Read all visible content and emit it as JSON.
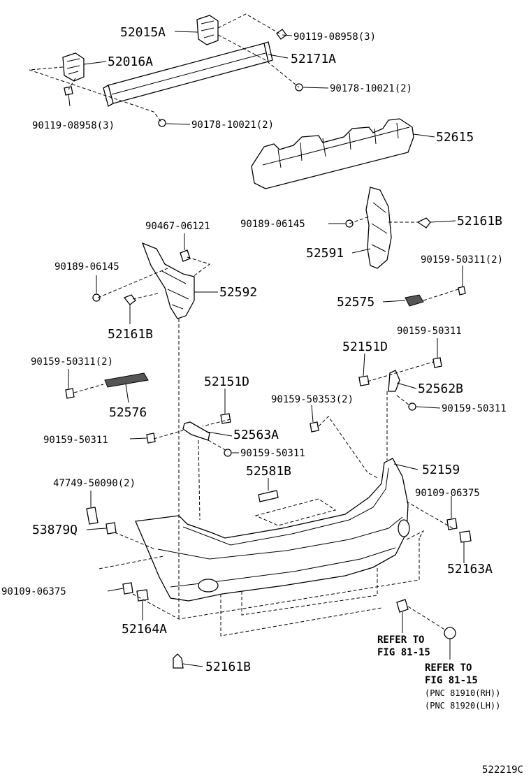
{
  "callouts": {
    "c52015A": "52015A",
    "c52016A": "52016A",
    "c52171A": "52171A",
    "c90119_08958_top": "90119-08958(3)",
    "c90178_10021_right": "90178-10021(2)",
    "c90119_08958_left": "90119-08958(3)",
    "c90178_10021_left": "90178-10021(2)",
    "c52615": "52615",
    "c90189_06145_right": "90189-06145",
    "c52161B_right": "52161B",
    "c52591": "52591",
    "c90467_06121": "90467-06121",
    "c90189_06145_left": "90189-06145",
    "c52592": "52592",
    "c52161B_left": "52161B",
    "c90159_50311_2_right": "90159-50311(2)",
    "c52575": "52575",
    "c90159_50311_a": "90159-50311",
    "c52151D_right": "52151D",
    "c52562B": "52562B",
    "c90159_50311_b": "90159-50311",
    "c90159_50353": "90159-50353(2)",
    "c90159_50311_2_left": "90159-50311(2)",
    "c52576": "52576",
    "c52151D_left": "52151D",
    "c90159_50311_c": "90159-50311",
    "c52563A": "52563A",
    "c90159_50311_d": "90159-50311",
    "c52581B": "52581B",
    "c52159": "52159",
    "c47749_50090": "47749-50090(2)",
    "c90109_06375_right": "90109-06375",
    "c53879Q": "53879Q",
    "c52163A": "52163A",
    "c90109_06375_left": "90109-06375",
    "c52164A": "52164A",
    "c52161B_bottom": "52161B"
  },
  "refs": {
    "ref1_line1": "REFER TO",
    "ref1_line2": "FIG 81-15",
    "ref2_line1": "REFER TO",
    "ref2_line2": "FIG 81-15",
    "pnc_rh": "(PNC 81910(RH))",
    "pnc_lh": "(PNC 81920(LH))"
  },
  "illustration_code": "522219C",
  "colors": {
    "ink": "#000000",
    "paper": "#ffffff",
    "shade": "#555555"
  }
}
